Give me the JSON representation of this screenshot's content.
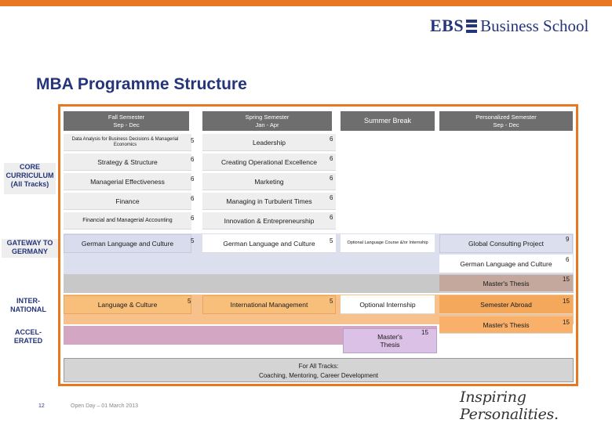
{
  "brand": {
    "ebs": "EBS",
    "name": "Business School"
  },
  "title": "MBA Programme Structure",
  "headers": {
    "fall": {
      "line1": "Fall Semester",
      "line2": "Sep - Dec"
    },
    "spring": {
      "line1": "Spring Semester",
      "line2": "Jan - Apr"
    },
    "summer": {
      "line1": "Summer Break"
    },
    "personalized": {
      "line1": "Personalized Semester",
      "line2": "Sep - Dec"
    }
  },
  "side_labels": {
    "core": "CORE\nCURRICULUM\n(All Tracks)",
    "gateway": "GATEWAY TO\nGERMANY",
    "international": "INTER-\nNATIONAL",
    "accelerated": "ACCEL-\nERATED"
  },
  "core": {
    "fall": [
      {
        "label": "Data Analysis for Business Decisions & Managerial Economics",
        "credits": "5"
      },
      {
        "label": "Strategy & Structure",
        "credits": "6"
      },
      {
        "label": "Managerial Effectiveness",
        "credits": "6"
      },
      {
        "label": "Finance",
        "credits": "6"
      },
      {
        "label": "Financial and Managerial Accounting",
        "credits": "6"
      }
    ],
    "spring": [
      {
        "label": "Leadership",
        "credits": "6"
      },
      {
        "label": "Creating Operational Excellence",
        "credits": "6"
      },
      {
        "label": "Marketing",
        "credits": "6"
      },
      {
        "label": "Managing in Turbulent Times",
        "credits": "6"
      },
      {
        "label": "Innovation & Entrepreneurship",
        "credits": "6"
      }
    ]
  },
  "gateway": {
    "fall": {
      "label": "German Language and Culture",
      "credits": "5"
    },
    "spring": {
      "label": "German Language and Culture",
      "credits": "5"
    },
    "summer": {
      "label": "Optional Language Course &/or Internship"
    },
    "personalized": [
      {
        "label": "Global Consulting Project",
        "credits": "9"
      },
      {
        "label": "German Language and Culture",
        "credits": "6"
      },
      {
        "label": "Master's Thesis",
        "credits": "15"
      }
    ]
  },
  "international": {
    "fall": {
      "label": "Language & Culture",
      "credits": "5"
    },
    "spring": {
      "label": "International Management",
      "credits": "5"
    },
    "summer": {
      "label": "Optional Internship"
    },
    "personalized": [
      {
        "label": "Semester Abroad",
        "credits": "15"
      },
      {
        "label": "Master's Thesis",
        "credits": "15"
      }
    ]
  },
  "accelerated": {
    "summer": {
      "label": "Master's\nThesis",
      "credits": "15"
    }
  },
  "all_tracks": {
    "line1": "For All Tracks:",
    "line2": "Coaching, Mentoring, Career Development"
  },
  "footer": {
    "page": "12",
    "note": "Open Day – 01 March 2013",
    "tagline": "Inspiring Personalities."
  },
  "colors": {
    "accent": "#e87722",
    "brand": "#24357a",
    "header": "#6e6e6e"
  }
}
